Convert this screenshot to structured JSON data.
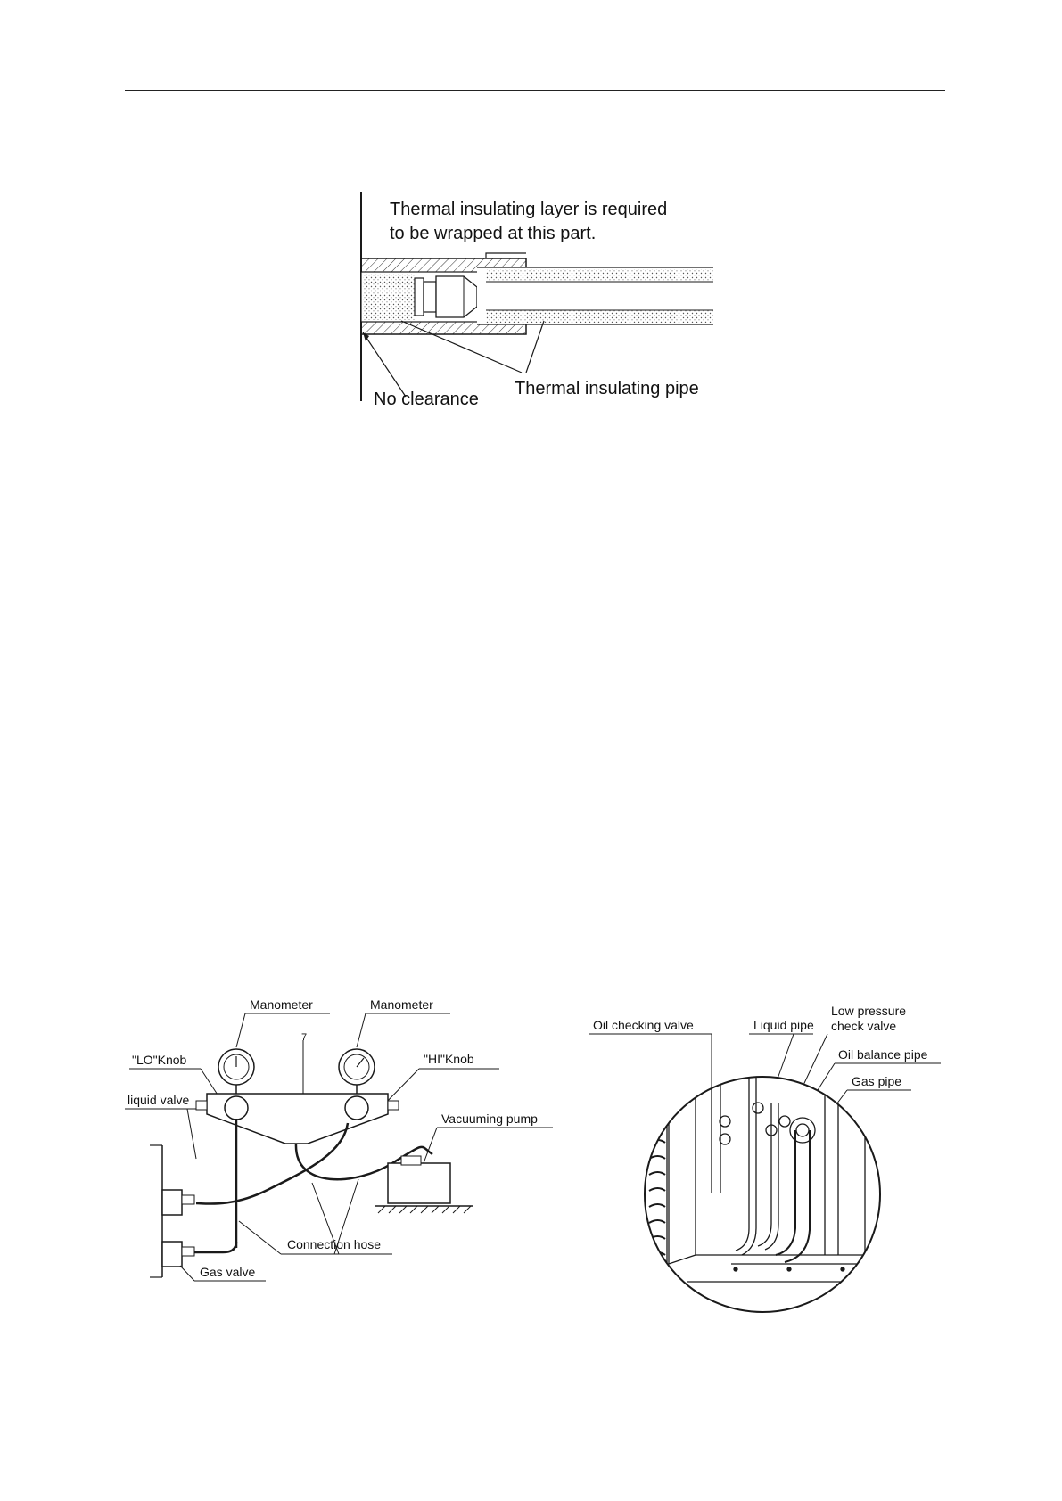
{
  "figure_top": {
    "note_line1": "Thermal insulating layer is required",
    "note_line2": "to be wrapped at this part.",
    "label_clearance": "No clearance",
    "label_pipe": "Thermal insulating pipe"
  },
  "figure_bottom_left": {
    "manometer_left": "Manometer",
    "manometer_right": "Manometer",
    "lo_knob": "\"LO\"Knob",
    "hi_knob": "\"HI\"Knob",
    "liquid_valve": "liquid valve",
    "vacuum_pump": "Vacuuming pump",
    "connection_hose": "Connection hose",
    "gas_valve": "Gas valve",
    "callout_number": "7"
  },
  "figure_bottom_right": {
    "oil_checking_valve": "Oil checking valve",
    "liquid_pipe": "Liquid pipe",
    "low_pressure_line1": "Low pressure",
    "low_pressure_line2": "check valve",
    "oil_balance_pipe": "Oil balance pipe",
    "gas_pipe": "Gas pipe"
  },
  "colors": {
    "line": "#1a1a1a",
    "hatch": "#333333"
  }
}
